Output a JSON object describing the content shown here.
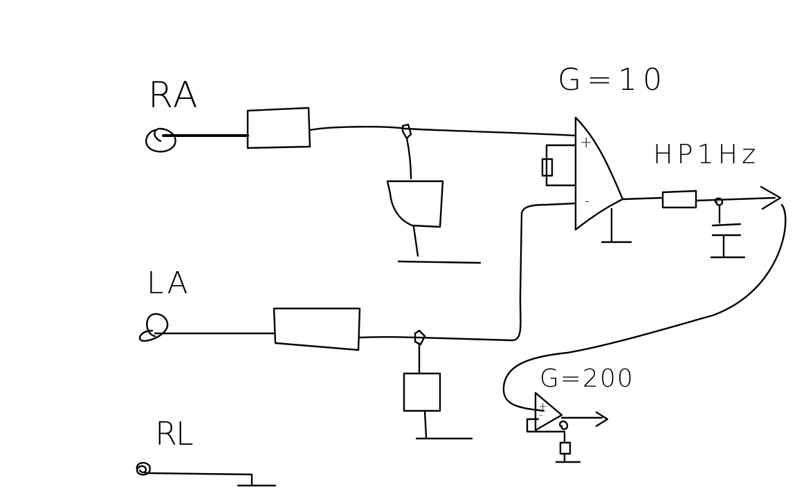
{
  "diagram": {
    "electrode_labels": {
      "ra": "RA",
      "la": "LA",
      "rl": "RL"
    },
    "amplifier_main": {
      "gain": "G=10",
      "plus": "+",
      "minus": "-"
    },
    "highpass_filter": {
      "label": "HP1Hz"
    },
    "amplifier_second": {
      "gain": "G=200",
      "plus": "+",
      "minus": "-"
    }
  }
}
